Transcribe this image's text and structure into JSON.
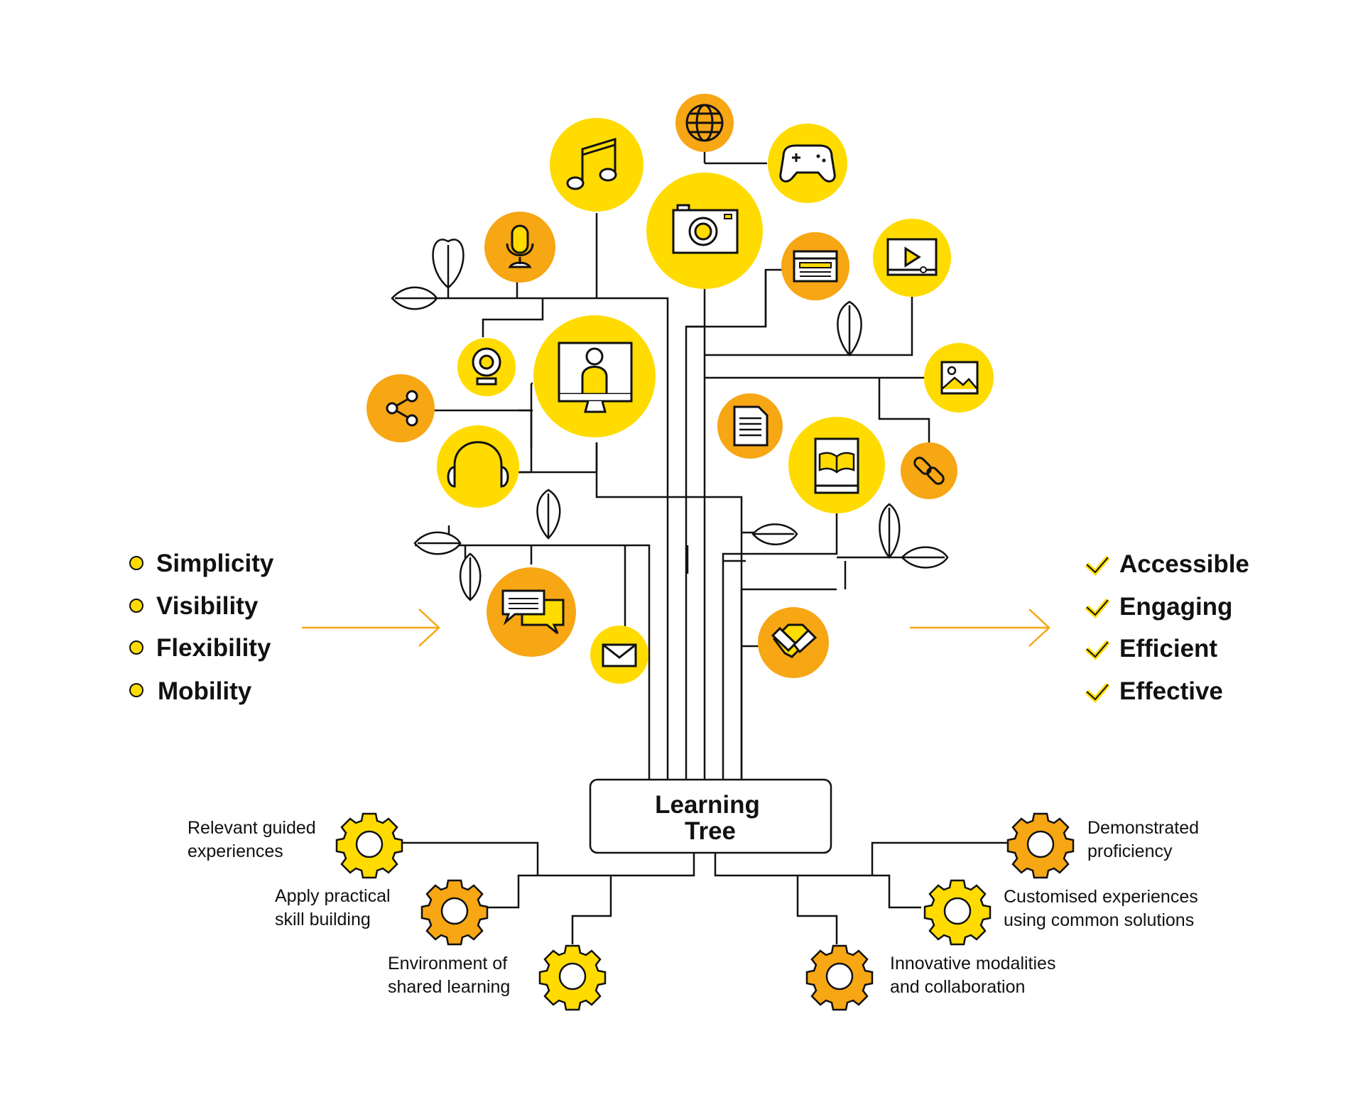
{
  "colors": {
    "yellow": "#FFDB00",
    "orange": "#F7A614",
    "ink": "#111111",
    "arrow": "#F7A614"
  },
  "center_node": {
    "line1": "Learning",
    "line2": "Tree"
  },
  "left_list": {
    "items": [
      "Simplicity",
      "Visibility",
      "Flexibility",
      "Mobility"
    ]
  },
  "right_list": {
    "items": [
      "Accessible",
      "Engaging",
      "Efficient",
      "Effective"
    ]
  },
  "gears_left": [
    {
      "line1": "Relevant guided",
      "line2": "experiences",
      "color": "yellow"
    },
    {
      "line1": "Apply practical",
      "line2": "skill building",
      "color": "orange"
    },
    {
      "line1": "Environment of",
      "line2": "shared learning",
      "color": "yellow"
    }
  ],
  "gears_right": [
    {
      "line1": "Demonstrated",
      "line2": "proficiency",
      "color": "orange"
    },
    {
      "line1": "Customised experiences",
      "line2": "using common solutions",
      "color": "yellow"
    },
    {
      "line1": "Innovative modalities",
      "line2": "and collaboration",
      "color": "orange"
    }
  ],
  "icons": [
    "globe-icon",
    "game-controller-icon",
    "music-icon",
    "camera-icon",
    "microphone-icon",
    "browser-window-icon",
    "video-player-icon",
    "webcam-icon",
    "video-call-icon",
    "image-icon",
    "share-icon",
    "document-icon",
    "headphones-icon",
    "book-icon",
    "link-icon",
    "chat-icon",
    "email-icon",
    "handshake-icon"
  ]
}
